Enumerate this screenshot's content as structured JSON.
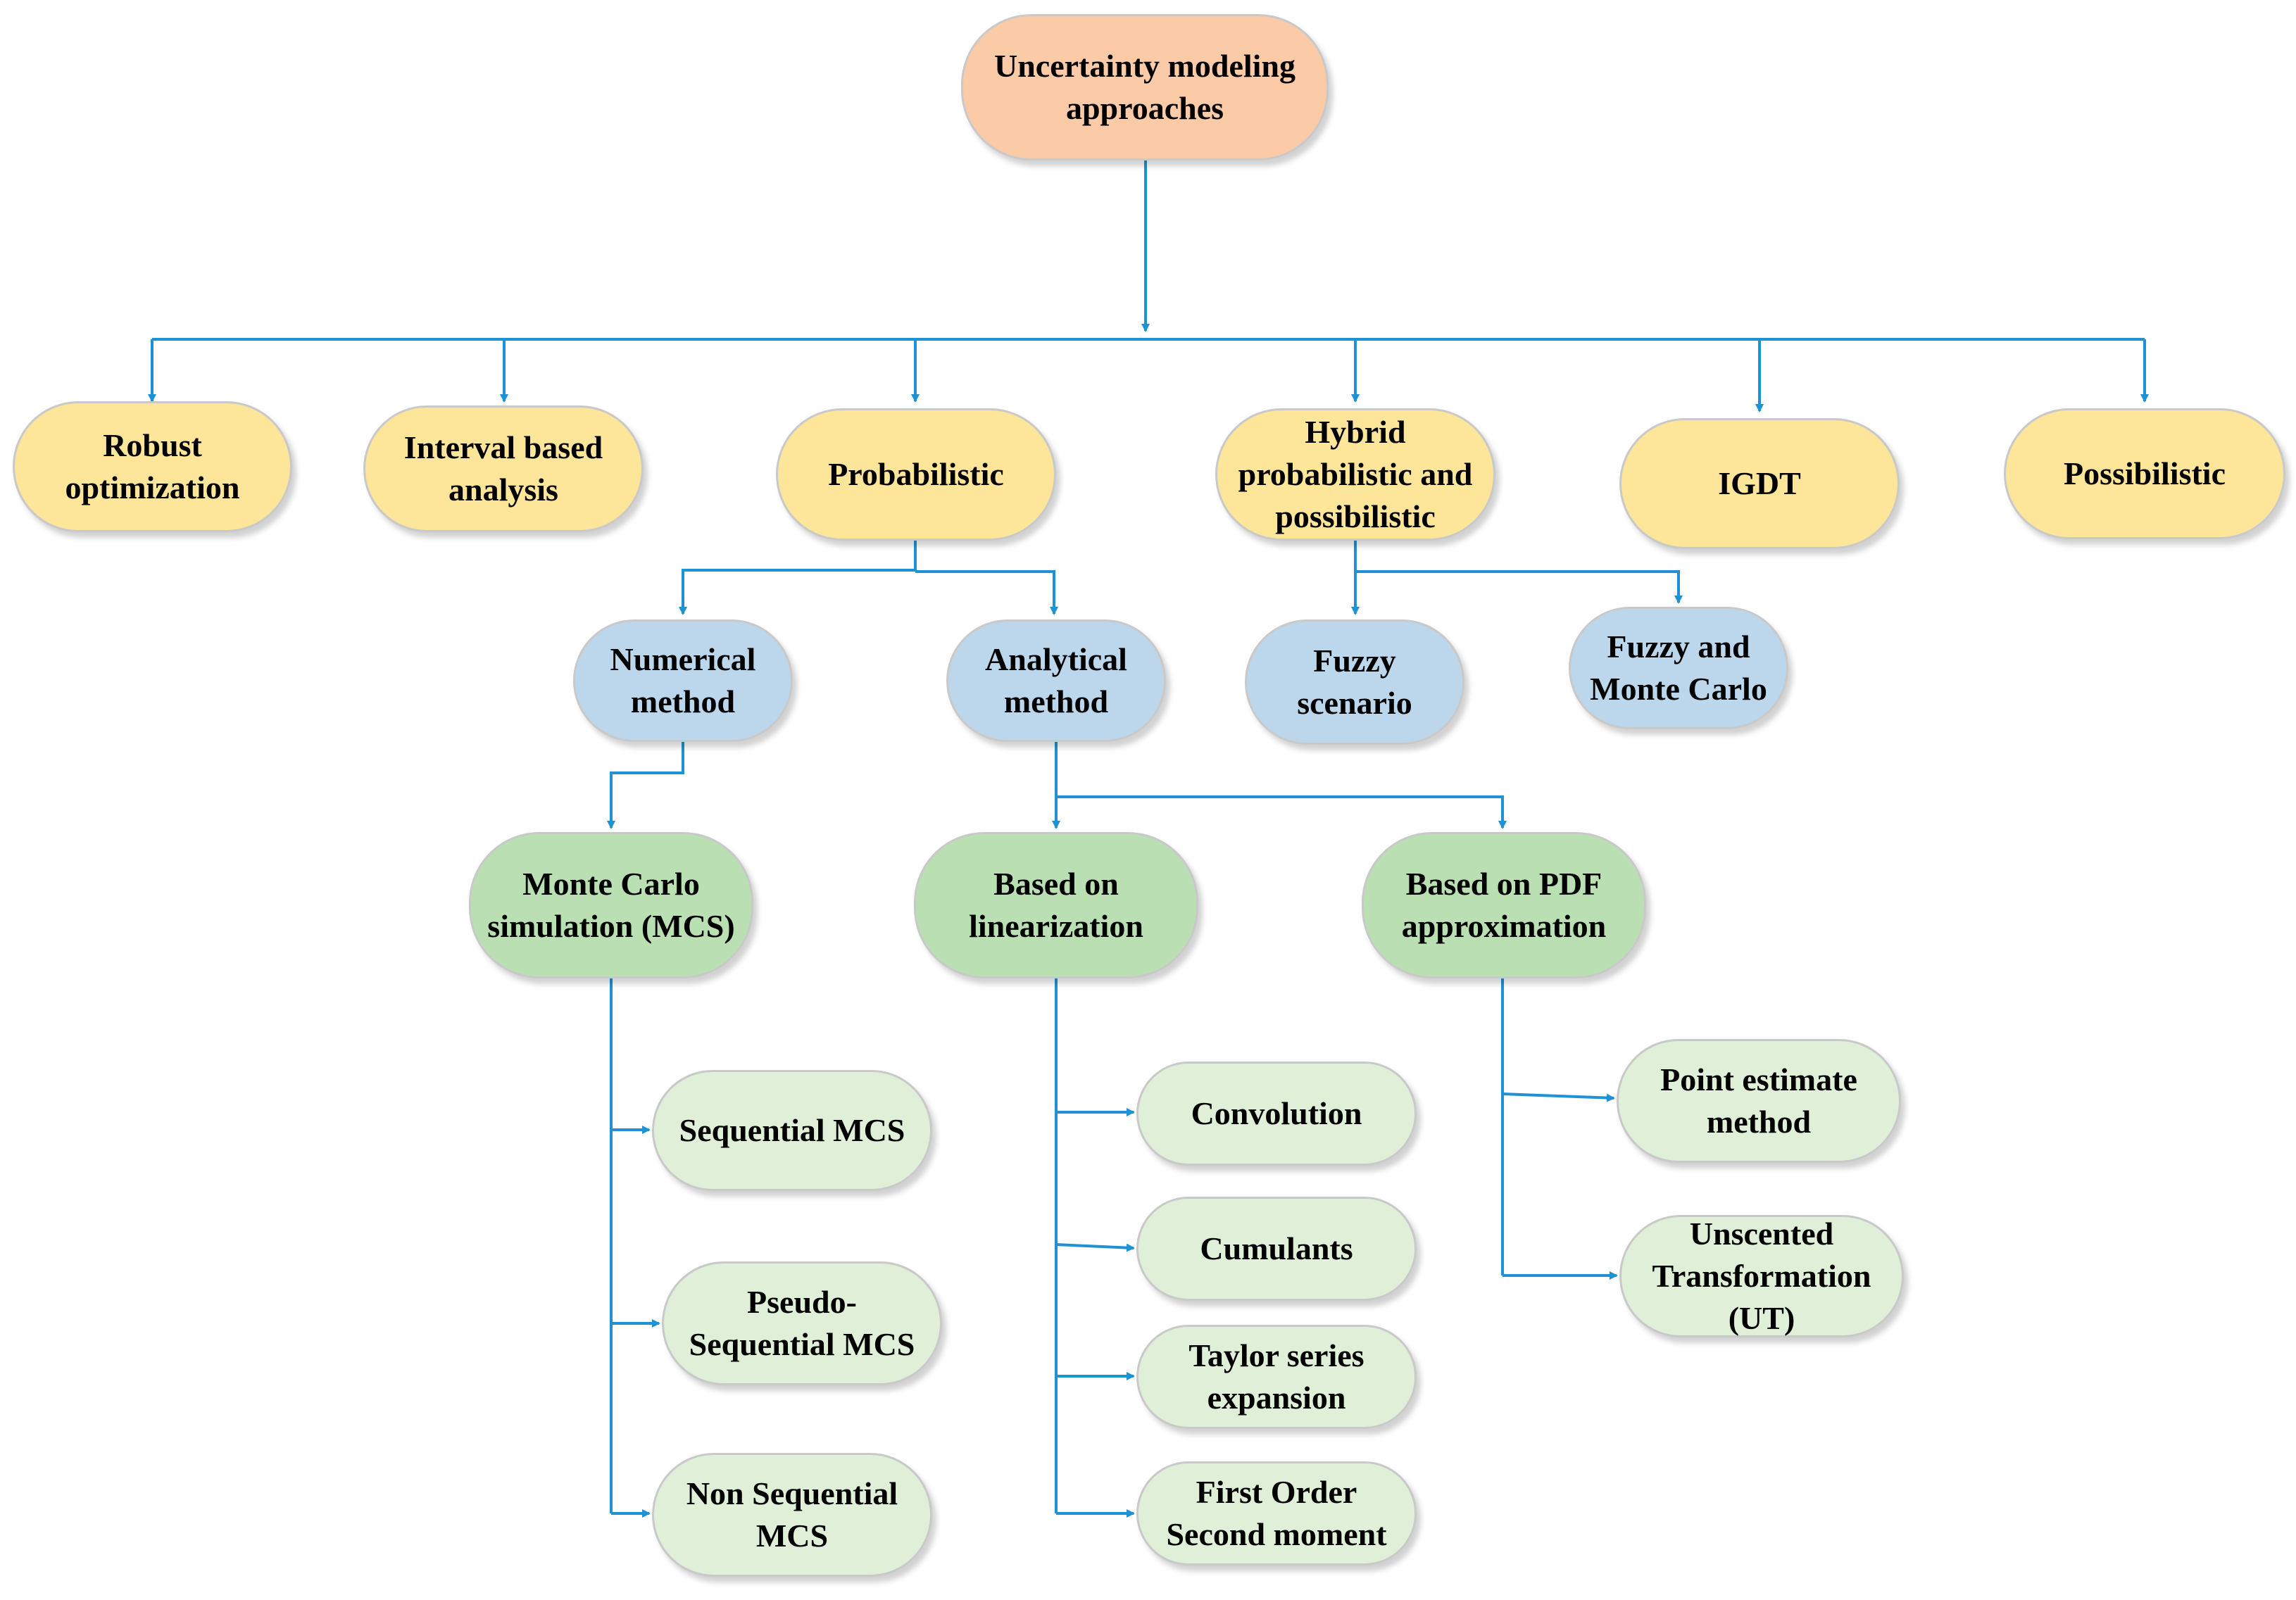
{
  "colors": {
    "connector": "#1f92d6",
    "root_fill": "#fbcaa6",
    "approach_fill": "#fde59a",
    "method_fill": "#bcd7ec",
    "technique_fill": "#b9dfb2",
    "variant_fill": "#e0f0d8"
  },
  "root": {
    "label": "Uncertainty modeling\napproaches"
  },
  "approaches": {
    "robust": "Robust\noptimization",
    "interval": "Interval based\nanalysis",
    "probabilistic": "Probabilistic",
    "hybrid": "Hybrid\nprobabilistic and\npossibilistic",
    "igdt": "IGDT",
    "possibilistic": "Possibilistic"
  },
  "methods": {
    "numerical": "Numerical\nmethod",
    "analytical": "Analytical\nmethod",
    "fuzzy_scenario": "Fuzzy\nscenario",
    "fuzzy_monte_carlo": "Fuzzy and\nMonte Carlo"
  },
  "techniques": {
    "mcs": "Monte Carlo\nsimulation (MCS)",
    "linearization": "Based on\nlinearization",
    "pdf": "Based on PDF\napproximation"
  },
  "mcs_variants": {
    "sequential": "Sequential MCS",
    "pseudo": "Pseudo-\nSequential MCS",
    "non_sequential": "Non Sequential\nMCS"
  },
  "linearization_variants": {
    "convolution": "Convolution",
    "cumulants": "Cumulants",
    "taylor": "Taylor series\nexpansion",
    "fosm": "First Order\nSecond moment"
  },
  "pdf_variants": {
    "point_estimate": "Point estimate\nmethod",
    "unscented": "Unscented\nTransformation\n(UT)"
  }
}
